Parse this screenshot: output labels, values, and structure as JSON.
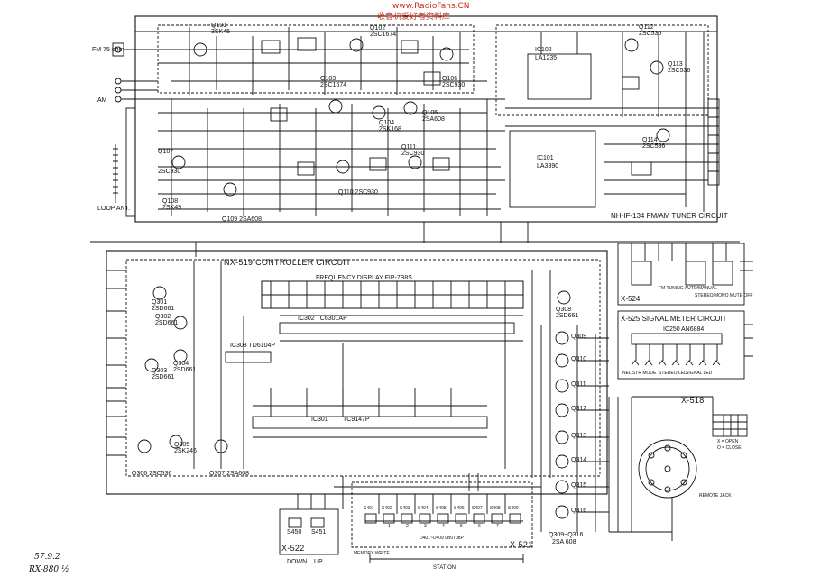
{
  "watermark": {
    "url": "www.RadioFans.CN",
    "cn": "收音机爱好者资料库"
  },
  "tuner": {
    "title": "NH-IF-134 FM/AM TUNER CIRCUIT",
    "ic102": "IC102",
    "ic102_part": "LA1235",
    "ic101": "IC101",
    "ic101_part": "LA3390",
    "q101": "Q101",
    "q101_part": "3SK45",
    "q102": "Q102",
    "q102_part": "2SC1674",
    "q103": "Q103",
    "q103_part": "2SC1674",
    "q105": "Q105",
    "q105_part": "2SA608",
    "q106": "Q106",
    "q106_part": "2SC930",
    "q104": "Q104",
    "q104_part": "2SK168",
    "q107": "Q107",
    "q107_part": "2SC930",
    "q108": "Q108",
    "q108_part": "2SK49",
    "q109": "Q109 2SA608",
    "q110": "Q110 2SC930",
    "q111": "Q111",
    "q111_part": "2SC930",
    "q112": "Q112",
    "q112_part": "2SC536",
    "q113": "Q113",
    "q113_part": "2SC536",
    "q114": "Q114",
    "q114_part": "2SC536",
    "fm_ant": "FM 75 ohm",
    "am_ant": "AM",
    "loop": "LOOP ANT."
  },
  "controller": {
    "title": "NX-519 CONTROLLER CIRCUIT",
    "display": "FREQUENCY DISPLAY FIP-7B8S",
    "ic302": "IC302 TC6301AP",
    "ic303": "IC303 TD6104P",
    "ic301": "IC301",
    "ic301_part": "TC9147P",
    "q301": "Q301",
    "q301_part": "2SD661",
    "q302": "Q302",
    "q302_part": "2SD661",
    "q303": "Q303",
    "q303_part": "2SD661",
    "q304": "Q304",
    "q304_part": "2SD661",
    "q305": "Q305",
    "q305_part": "2SK246",
    "q306": "Q306 2SC536",
    "q307": "Q307 2SA608",
    "q308": "Q308",
    "q308_part": "2SD661",
    "q309_316": "Q309~Q316",
    "q309_316_part": "2SA 608",
    "q_right": [
      "Q309",
      "Q310",
      "Q311",
      "Q312",
      "Q313",
      "Q314",
      "Q315",
      "Q316"
    ]
  },
  "x524": {
    "title": "X-524",
    "sw1": "FM TUNING AUTO/MANUAL",
    "sw2": "STEREO/MONO MUTE OFF"
  },
  "x525": {
    "title": "X-525 SIGNAL METER CIRCUIT",
    "ic": "IC250",
    "ic_part": "AN6884",
    "leds": "SIGNAL LED",
    "stereo": "STEREO LED",
    "led_label": "NEL STR MODE"
  },
  "x518": {
    "title": "X-518",
    "jack": "REMOTE JACK",
    "legend_open": "X = OPEN",
    "legend_close": "O = CLOSE"
  },
  "x522": {
    "title": "X-522",
    "s450": "S450",
    "s451": "S451",
    "down": "DOWN",
    "up": "UP"
  },
  "x521": {
    "title": "X-521",
    "diodes": "D401~D409 LB0708P",
    "memory": "MEMORY WRITE",
    "station": "STATION",
    "numbers": [
      "1",
      "2",
      "3",
      "4",
      "5",
      "6",
      "7"
    ],
    "switches": [
      "S401",
      "S402",
      "S403",
      "S404",
      "S405",
      "S406",
      "S407",
      "S408",
      "S409"
    ]
  },
  "handwritten": {
    "date": "57.9.2",
    "model": "RX-880 ½"
  },
  "colors": {
    "ink": "#111111",
    "paper": "#ffffff",
    "watermark": "#cc2a1a"
  }
}
